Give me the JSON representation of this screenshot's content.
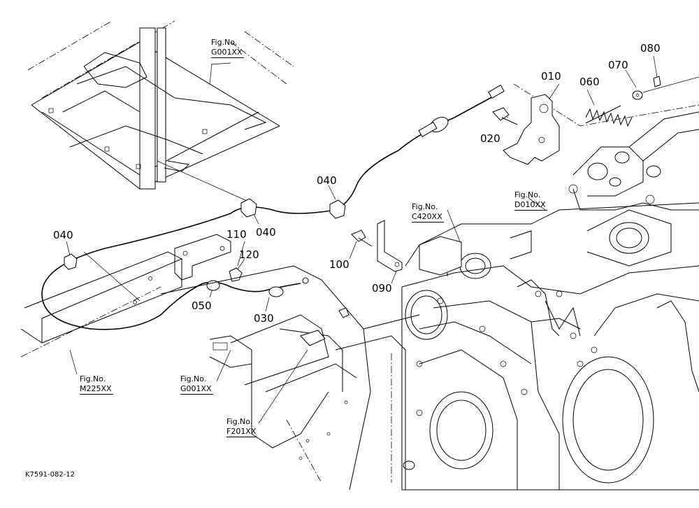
{
  "parts": [
    {
      "key": "p010",
      "label": "010"
    },
    {
      "key": "p020",
      "label": "020"
    },
    {
      "key": "p030",
      "label": "030"
    },
    {
      "key": "p040a",
      "label": "040"
    },
    {
      "key": "p040b",
      "label": "040"
    },
    {
      "key": "p040c",
      "label": "040"
    },
    {
      "key": "p050",
      "label": "050"
    },
    {
      "key": "p060",
      "label": "060"
    },
    {
      "key": "p070",
      "label": "070"
    },
    {
      "key": "p080",
      "label": "080"
    },
    {
      "key": "p090",
      "label": "090"
    },
    {
      "key": "p100",
      "label": "100"
    },
    {
      "key": "p110",
      "label": "110"
    },
    {
      "key": "p120",
      "label": "120"
    }
  ],
  "figure_refs": [
    {
      "key": "g001_top",
      "caption": "Fig.No.",
      "code": "G001XX"
    },
    {
      "key": "d010",
      "caption": "Fig.No.",
      "code": "D010XX"
    },
    {
      "key": "c420",
      "caption": "Fig.No.",
      "code": "C420XX"
    },
    {
      "key": "m225",
      "caption": "Fig.No.",
      "code": "M225XX"
    },
    {
      "key": "g001_bottom",
      "caption": "Fig.No.",
      "code": "G001XX"
    },
    {
      "key": "f201",
      "caption": "Fig.No.",
      "code": "F201XX"
    }
  ],
  "drawing_number": "K7591-082-12"
}
